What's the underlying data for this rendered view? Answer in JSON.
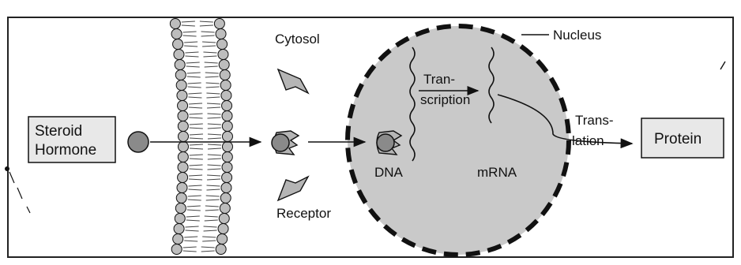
{
  "labels": {
    "cytosol": "Cytosol",
    "nucleus": "Nucleus",
    "steroid_line1": "Steroid",
    "steroid_line2": "Hormone",
    "protein": "Protein",
    "transcription_line1": "Tran-",
    "transcription_line2": "scription",
    "translation_line1": "Trans-",
    "translation_line2": "lation",
    "dna": "DNA",
    "mrna": "mRNA",
    "receptor": "Receptor"
  },
  "colors": {
    "nucleus_fill": "#c9c9c9",
    "box_fill": "#e8e8e8",
    "lipid_head": "#bdbdbd",
    "outline": "#111111"
  }
}
